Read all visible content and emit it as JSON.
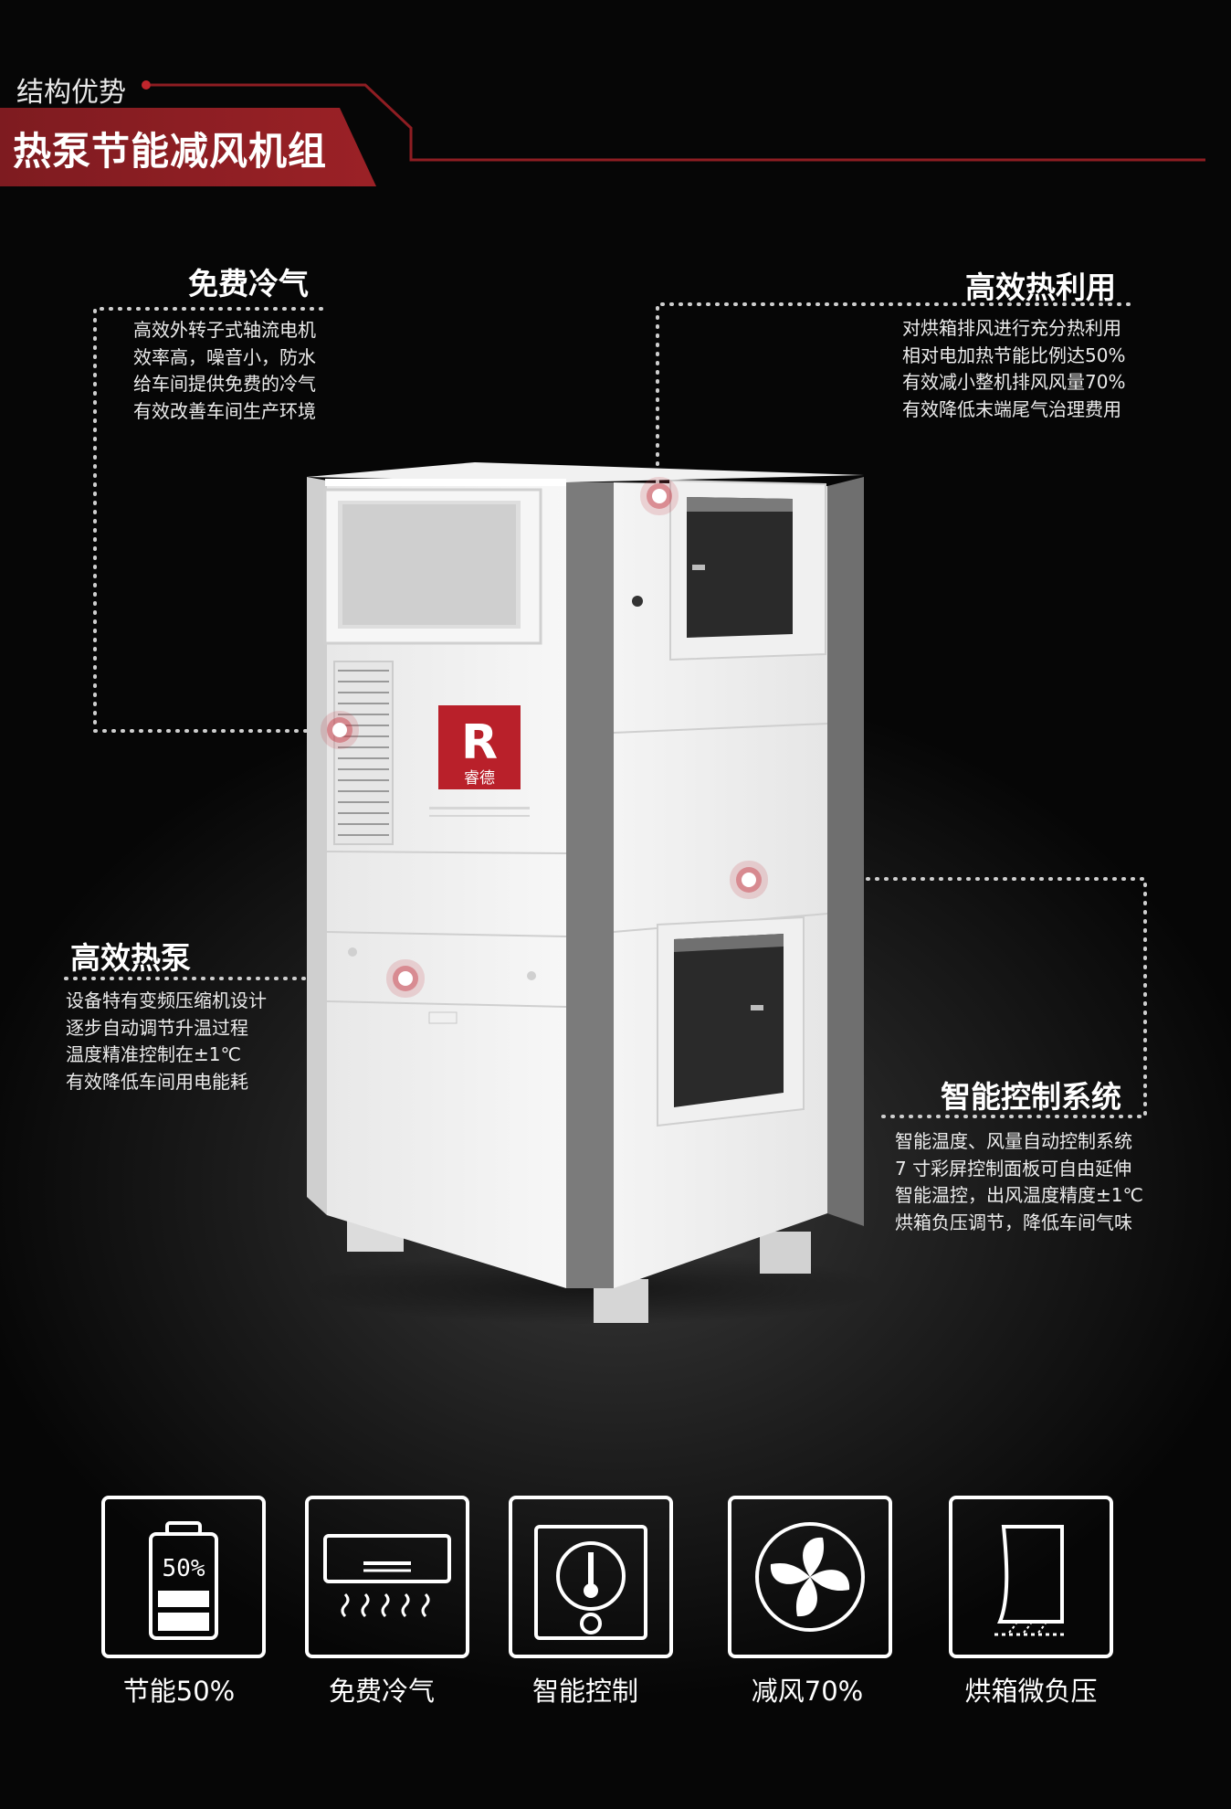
{
  "header": {
    "subtitle": "结构优势",
    "title": "热泵节能减风机组"
  },
  "brand": {
    "logo_letter": "R",
    "logo_text": "睿德",
    "accent": "#9b2126"
  },
  "features": [
    {
      "title": "免费冷气",
      "text": "高效外转子式轴流电机\n效率高，噪音小，防水\n给车间提供免费的冷气\n有效改善车间生产环境"
    },
    {
      "title": "高效热利用",
      "text": "对烘箱排风进行充分热利用\n相对电加热节能比例达50%\n有效减小整机排风风量70%\n有效降低末端尾气治理费用"
    },
    {
      "title": "高效热泵",
      "text": "设备特有变频压缩机设计\n逐步自动调节升温过程\n温度精准控制在±1℃\n有效降低车间用电能耗"
    },
    {
      "title": "智能控制系统",
      "text": "智能温度、风量自动控制系统\n7 寸彩屏控制面板可自由延伸\n智能温控，出风温度精度±1℃\n烘箱负压调节，降低车间气味"
    }
  ],
  "icons": [
    {
      "icon": "battery-icon",
      "value_text": "50%",
      "label": "节能50%"
    },
    {
      "icon": "air-conditioner-icon",
      "label": "免费冷气"
    },
    {
      "icon": "thermostat-icon",
      "label": "智能控制"
    },
    {
      "icon": "fan-icon",
      "label": "减风70%"
    },
    {
      "icon": "oven-pressure-icon",
      "label": "烘箱微负压"
    }
  ]
}
